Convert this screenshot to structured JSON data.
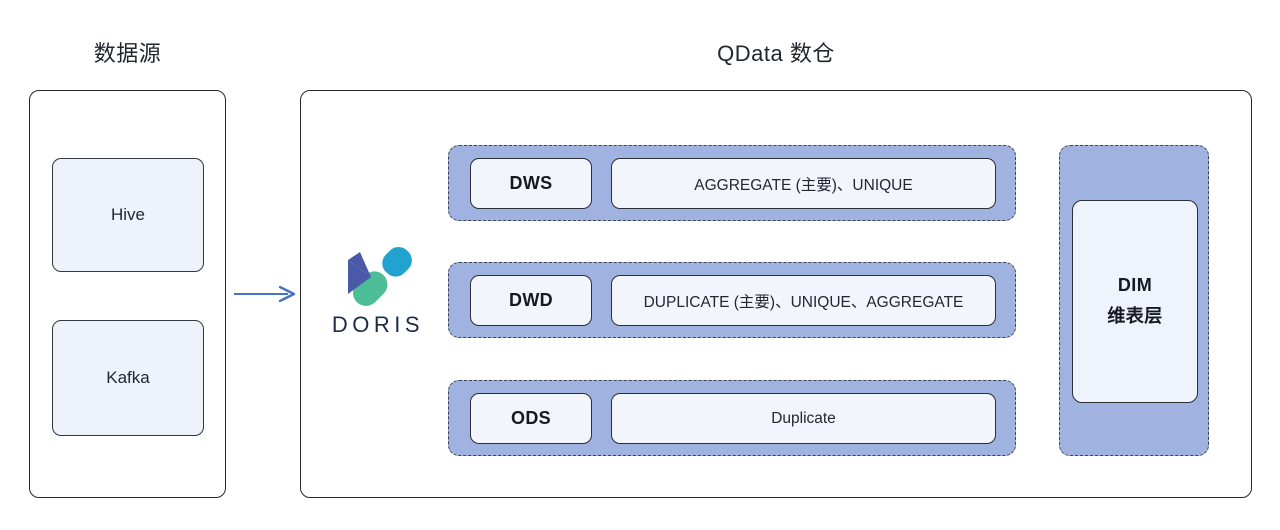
{
  "diagram": {
    "source_panel": {
      "title": "数据源",
      "items": [
        {
          "label": "Hive",
          "name": "hive"
        },
        {
          "label": "Kafka",
          "name": "kafka"
        }
      ]
    },
    "flow": {
      "arrow_name": "arrow-right-icon",
      "arrow_color": "#4472c4"
    },
    "warehouse_panel": {
      "title": "QData 数仓",
      "engine": {
        "wordmark": "DORIS",
        "logo_name": "doris-logo-icon",
        "colors": {
          "cyan": "#22a3cf",
          "green": "#4cbd96",
          "indigo": "#4a5aa8"
        }
      },
      "layers": [
        {
          "key": "DWS",
          "value": "AGGREGATE (主要)、UNIQUE"
        },
        {
          "key": "DWD",
          "value": "DUPLICATE (主要)、UNIQUE、AGGREGATE"
        },
        {
          "key": "ODS",
          "value": "Duplicate"
        }
      ],
      "dim": {
        "line1": "DIM",
        "line2": "维表层"
      }
    },
    "colors": {
      "layer_band_fill": "#a0b2e0",
      "card_fill": "#f2f5fc",
      "source_fill": "#eef2fb",
      "border_dark": "#2b2f36",
      "page_background": "#ffffff"
    }
  }
}
